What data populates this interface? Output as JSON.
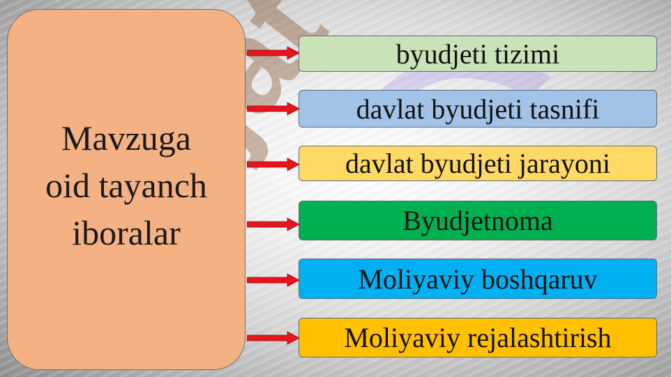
{
  "main_label": "Mavzuga\noid tayanch\niboralar",
  "items": [
    {
      "label": "byudjeti tizimi",
      "color": "#c9e2b8"
    },
    {
      "label": "davlat byudjeti tasnifi",
      "color": "#a3c2e8"
    },
    {
      "label": "davlat byudjeti jarayoni",
      "color": "#ffd966"
    },
    {
      "label": "Byudjetnoma",
      "color": "#00b050"
    },
    {
      "label": "Moliyaviy boshqaruv",
      "color": "#00b0f0"
    },
    {
      "label": "Moliyaviy rejalashtirish",
      "color": "#ffc000"
    }
  ],
  "main_color": "#f4b183",
  "arrow_color": "#e8141b",
  "watermark": "Hujjat"
}
